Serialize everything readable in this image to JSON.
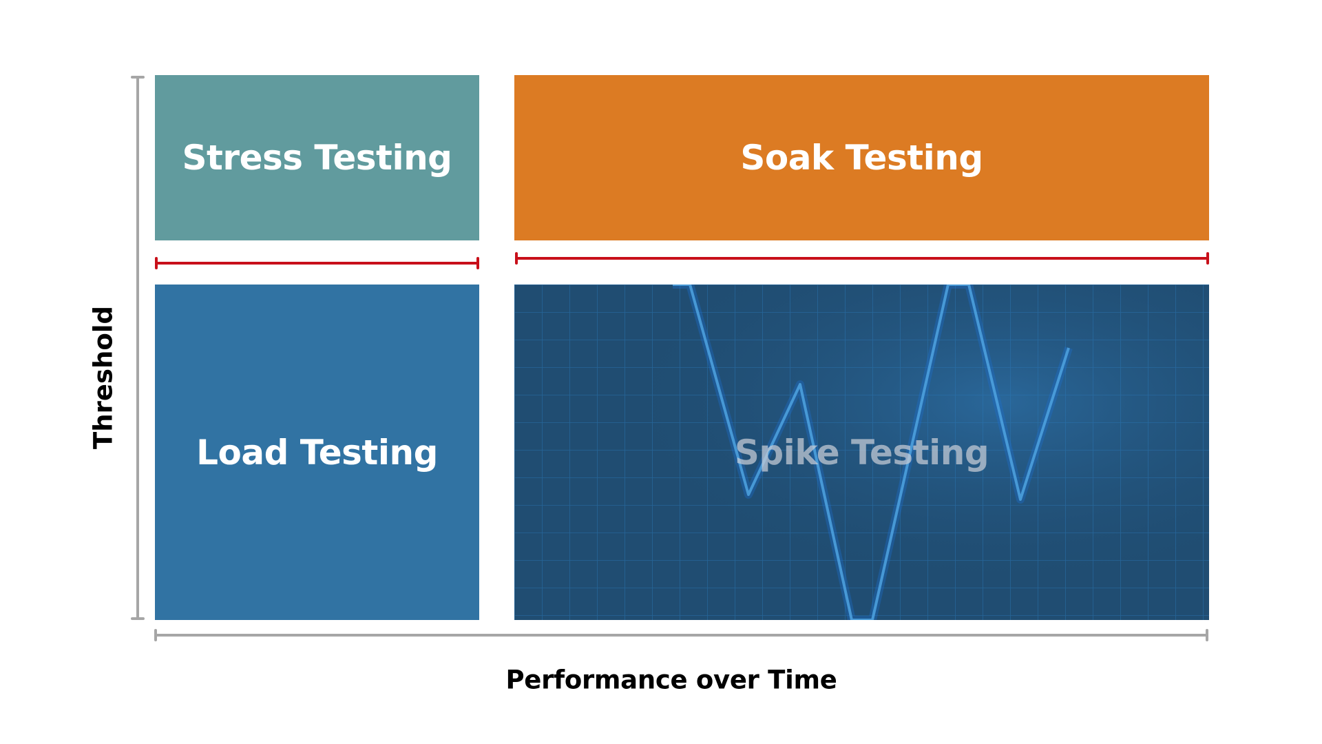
{
  "diagram": {
    "y_axis_label": "Threshold",
    "x_axis_label": "Performance over Time",
    "quadrants": [
      {
        "id": "stress",
        "label": "Stress Testing",
        "color": "#619b9e",
        "position": "top-left"
      },
      {
        "id": "soak",
        "label": "Soak Testing",
        "color": "#dc7b23",
        "position": "top-right"
      },
      {
        "id": "load",
        "label": "Load Testing",
        "color": "#3173a3",
        "position": "bottom-left"
      },
      {
        "id": "spike",
        "label": "Spike Testing",
        "color": "#204d72",
        "position": "bottom-right",
        "background": "grid with spike waveform"
      }
    ],
    "threshold_line_color": "#c8101a",
    "axis_color": "#a6a6a6"
  }
}
